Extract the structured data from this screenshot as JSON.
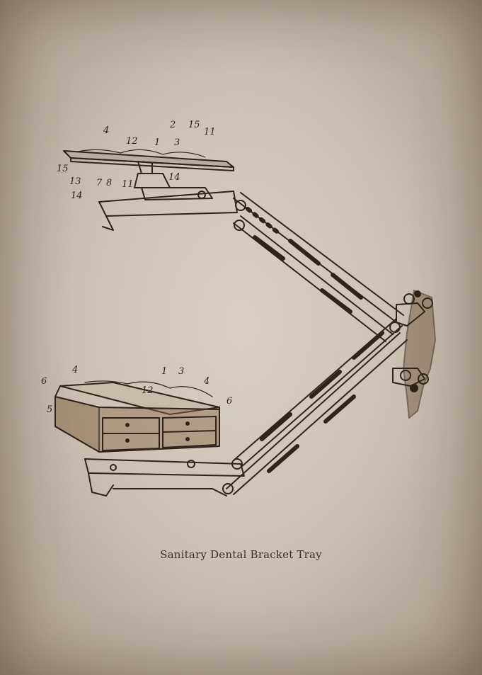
{
  "caption": "Sanitary Dental Bracket Tray",
  "colors": {
    "ink": "#2e241a",
    "paper": "#cdc3b5",
    "wood": "#8a6a45"
  },
  "labels": {
    "top_tray": [
      "4",
      "12",
      "2",
      "1",
      "15",
      "3",
      "11",
      "15",
      "13",
      "14",
      "7",
      "8",
      "11",
      "14"
    ],
    "bottom_tray": [
      "4",
      "1",
      "3",
      "6",
      "4",
      "5",
      "6",
      "12"
    ]
  }
}
